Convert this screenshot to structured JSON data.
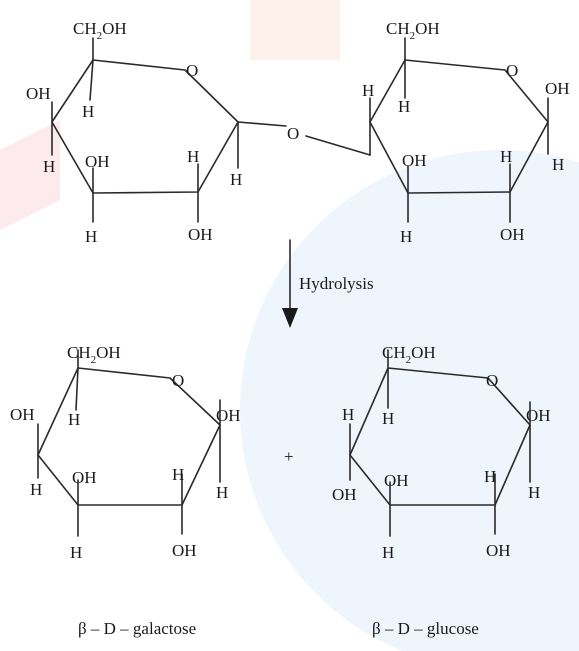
{
  "labels": {
    "ch2": "CH",
    "ch2_sub": "2",
    "oh_tail": "OH",
    "ring_o": "O",
    "link_o": "O",
    "oh": "OH",
    "h": "H",
    "plus": "+"
  },
  "reaction": {
    "arrow_label": "Hydrolysis"
  },
  "products": {
    "galactose_name": "β – D – galactose",
    "glucose_name": "β – D – glucose"
  },
  "colors": {
    "watermark_blue": "#e3effa",
    "watermark_orange": "#fdebe2",
    "watermark_red": "#fbe1e6",
    "ink": "#1a1a1a"
  }
}
